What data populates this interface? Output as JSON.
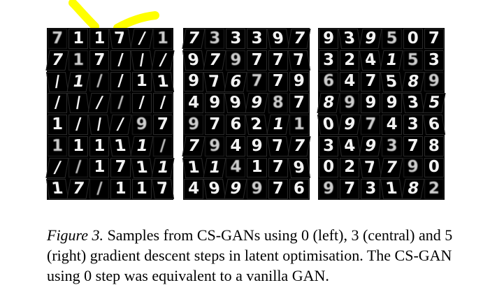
{
  "highlight_color": "#ffff00",
  "grids": {
    "left": {
      "rows": [
        [
          "7",
          "1",
          "1",
          "7",
          "/",
          "1"
        ],
        [
          "7",
          "1",
          "7",
          "/",
          "/",
          "/"
        ],
        [
          "/",
          "1",
          "/",
          "/",
          "1",
          "1"
        ],
        [
          "/",
          "/",
          "/",
          "/",
          "/",
          "/"
        ],
        [
          "1",
          "/",
          "/",
          "/",
          "9",
          "7"
        ],
        [
          "1",
          "1",
          "1",
          "1",
          "1",
          "/"
        ],
        [
          "/",
          "/",
          "1",
          "7",
          "1",
          "1"
        ],
        [
          "1",
          "7",
          "/",
          "1",
          "1",
          "7"
        ]
      ]
    },
    "center": {
      "rows": [
        [
          "7",
          "3",
          "3",
          "3",
          "9",
          "7"
        ],
        [
          "9",
          "7",
          "9",
          "7",
          "7",
          "7"
        ],
        [
          "9",
          "7",
          "6",
          "7",
          "7",
          "9"
        ],
        [
          "4",
          "9",
          "9",
          "9",
          "8",
          "7"
        ],
        [
          "9",
          "7",
          "6",
          "2",
          "1",
          "1"
        ],
        [
          "7",
          "9",
          "4",
          "9",
          "7",
          "7"
        ],
        [
          "1",
          "1",
          "4",
          "1",
          "7",
          "9"
        ],
        [
          "4",
          "9",
          "9",
          "9",
          "7",
          "6"
        ]
      ]
    },
    "right": {
      "rows": [
        [
          "9",
          "3",
          "9",
          "5",
          "0",
          "7"
        ],
        [
          "3",
          "2",
          "4",
          "1",
          "5",
          "3"
        ],
        [
          "6",
          "4",
          "7",
          "5",
          "8",
          "9"
        ],
        [
          "8",
          "9",
          "9",
          "9",
          "3",
          "5"
        ],
        [
          "0",
          "9",
          "7",
          "4",
          "3",
          "6"
        ],
        [
          "3",
          "4",
          "9",
          "3",
          "7",
          "8"
        ],
        [
          "0",
          "2",
          "7",
          "7",
          "9",
          "0"
        ],
        [
          "9",
          "7",
          "3",
          "1",
          "8",
          "2"
        ]
      ]
    }
  },
  "caption": {
    "figure_label": "Figure 3.",
    "text": " Samples from CS-GANs using 0 (left), 3 (central) and 5 (right) gradient descent steps in latent optimisation. The CS-GAN using 0 step was equivalent to a vanilla GAN."
  }
}
